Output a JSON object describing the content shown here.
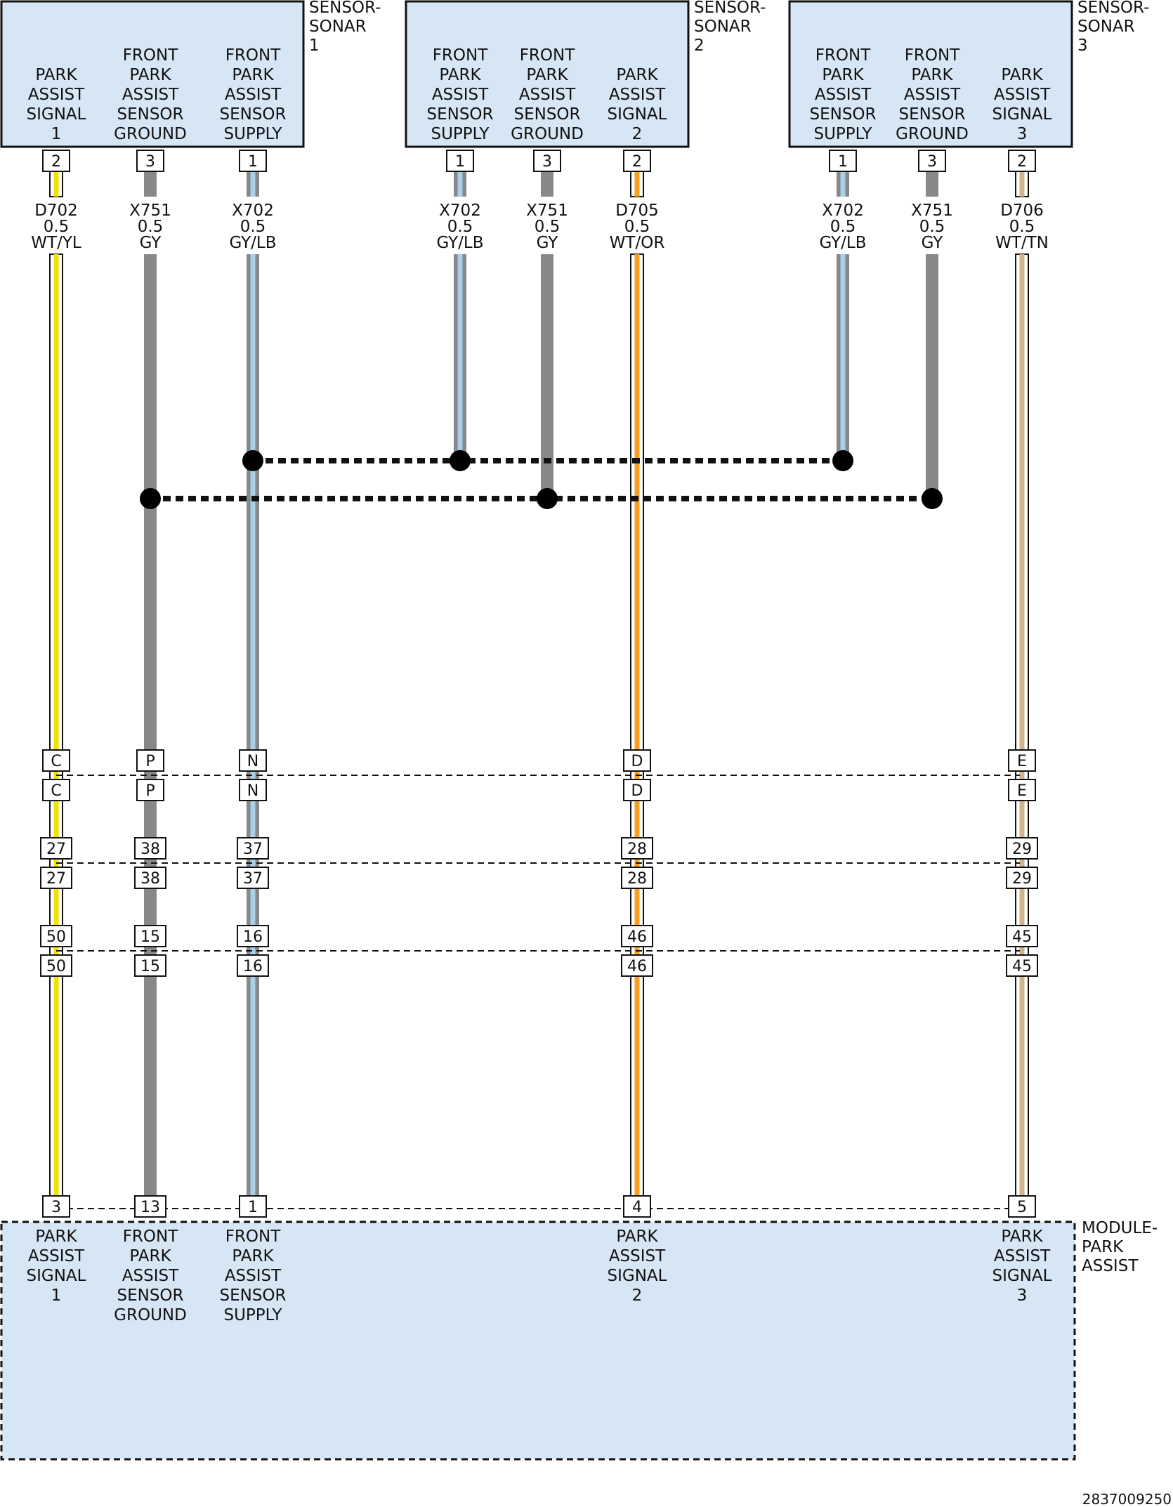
{
  "sensors": [
    {
      "name": "SENSOR-SONAR 1",
      "label_lines": [
        "SENSOR-",
        "SONAR",
        "1"
      ],
      "pins": [
        {
          "pin": "2",
          "function_lines": [
            "PARK",
            "ASSIST",
            "SIGNAL",
            "1"
          ]
        },
        {
          "pin": "3",
          "function_lines": [
            "FRONT",
            "PARK",
            "ASSIST",
            "SENSOR",
            "GROUND"
          ]
        },
        {
          "pin": "1",
          "function_lines": [
            "FRONT",
            "PARK",
            "ASSIST",
            "SENSOR",
            "SUPPLY"
          ]
        }
      ]
    },
    {
      "name": "SENSOR-SONAR 2",
      "label_lines": [
        "SENSOR-",
        "SONAR",
        "2"
      ],
      "pins": [
        {
          "pin": "1",
          "function_lines": [
            "FRONT",
            "PARK",
            "ASSIST",
            "SENSOR",
            "SUPPLY"
          ]
        },
        {
          "pin": "3",
          "function_lines": [
            "FRONT",
            "PARK",
            "ASSIST",
            "SENSOR",
            "GROUND"
          ]
        },
        {
          "pin": "2",
          "function_lines": [
            "PARK",
            "ASSIST",
            "SIGNAL",
            "2"
          ]
        }
      ]
    },
    {
      "name": "SENSOR-SONAR 3",
      "label_lines": [
        "SENSOR-",
        "SONAR",
        "3"
      ],
      "pins": [
        {
          "pin": "1",
          "function_lines": [
            "FRONT",
            "PARK",
            "ASSIST",
            "SENSOR",
            "SUPPLY"
          ]
        },
        {
          "pin": "3",
          "function_lines": [
            "FRONT",
            "PARK",
            "ASSIST",
            "SENSOR",
            "GROUND"
          ]
        },
        {
          "pin": "2",
          "function_lines": [
            "PARK",
            "ASSIST",
            "SIGNAL",
            "3"
          ]
        }
      ]
    }
  ],
  "sensor_wires": [
    {
      "circuit": "D702",
      "gauge": "0.5",
      "color_code": "WT/YL",
      "base_color": "#ffffff",
      "stripe_color": "#f2e200"
    },
    {
      "circuit": "X751",
      "gauge": "0.5",
      "color_code": "GY",
      "base_color": "#888888",
      "stripe_color": ""
    },
    {
      "circuit": "X702",
      "gauge": "0.5",
      "color_code": "GY/LB",
      "base_color": "#888888",
      "stripe_color": "#a8d0e6"
    },
    {
      "circuit": "X702",
      "gauge": "0.5",
      "color_code": "GY/LB",
      "base_color": "#888888",
      "stripe_color": "#a8d0e6"
    },
    {
      "circuit": "X751",
      "gauge": "0.5",
      "color_code": "GY",
      "base_color": "#888888",
      "stripe_color": ""
    },
    {
      "circuit": "D705",
      "gauge": "0.5",
      "color_code": "WT/OR",
      "base_color": "#ffffff",
      "stripe_color": "#f5a020"
    },
    {
      "circuit": "X702",
      "gauge": "0.5",
      "color_code": "GY/LB",
      "base_color": "#888888",
      "stripe_color": "#a8d0e6"
    },
    {
      "circuit": "X751",
      "gauge": "0.5",
      "color_code": "GY",
      "base_color": "#888888",
      "stripe_color": ""
    },
    {
      "circuit": "D706",
      "gauge": "0.5",
      "color_code": "WT/TN",
      "base_color": "#ffffff",
      "stripe_color": "#d2b48c"
    }
  ],
  "connector_pairs": [
    {
      "pins": [
        "C",
        "P",
        "N",
        "D",
        "E"
      ]
    },
    {
      "pins": [
        "27",
        "38",
        "37",
        "28",
        "29"
      ]
    },
    {
      "pins": [
        "50",
        "15",
        "16",
        "46",
        "45"
      ]
    }
  ],
  "module": {
    "name": "MODULE-PARK ASSIST",
    "label_lines": [
      "MODULE-",
      "PARK",
      "ASSIST"
    ],
    "pins": [
      {
        "pin": "3",
        "function_lines": [
          "PARK",
          "ASSIST",
          "SIGNAL",
          "1"
        ]
      },
      {
        "pin": "13",
        "function_lines": [
          "FRONT",
          "PARK",
          "ASSIST",
          "SENSOR",
          "GROUND"
        ]
      },
      {
        "pin": "1",
        "function_lines": [
          "FRONT",
          "PARK",
          "ASSIST",
          "SENSOR",
          "SUPPLY"
        ]
      },
      {
        "pin": "4",
        "function_lines": [
          "PARK",
          "ASSIST",
          "SIGNAL",
          "2"
        ]
      },
      {
        "pin": "5",
        "function_lines": [
          "PARK",
          "ASSIST",
          "SIGNAL",
          "3"
        ]
      }
    ]
  },
  "splices": [
    {
      "name": "supply-splice"
    },
    {
      "name": "ground-splice"
    }
  ],
  "colors": {
    "component_fill": "#d6e6f5",
    "outline": "#111111",
    "splice_dot": "#000000"
  },
  "figure_id": "2837009250"
}
